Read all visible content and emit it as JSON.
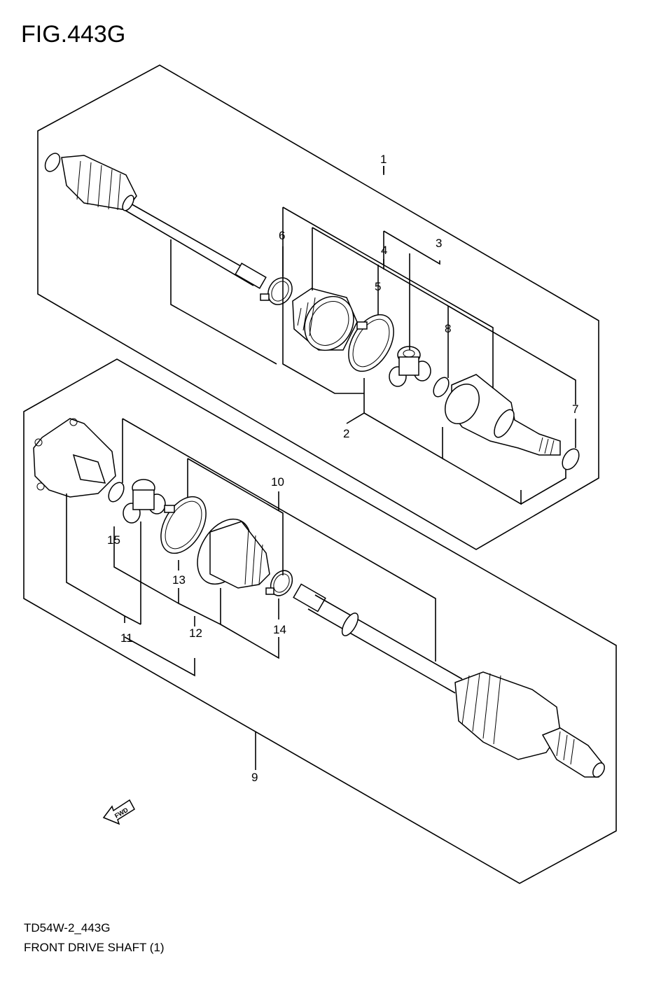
{
  "figure_title": "FIG.443G",
  "footer": {
    "code": "TD54W-2_443G",
    "name": "FRONT DRIVE SHAFT (1)"
  },
  "callouts": {
    "c1": "1",
    "c2": "2",
    "c3": "3",
    "c4": "4",
    "c5": "5",
    "c6": "6",
    "c7": "7",
    "c8": "8",
    "c9": "9",
    "c10": "10",
    "c11": "11",
    "c12": "12",
    "c13": "13",
    "c14": "14",
    "c15": "15"
  },
  "fwd_label": "FWD"
}
